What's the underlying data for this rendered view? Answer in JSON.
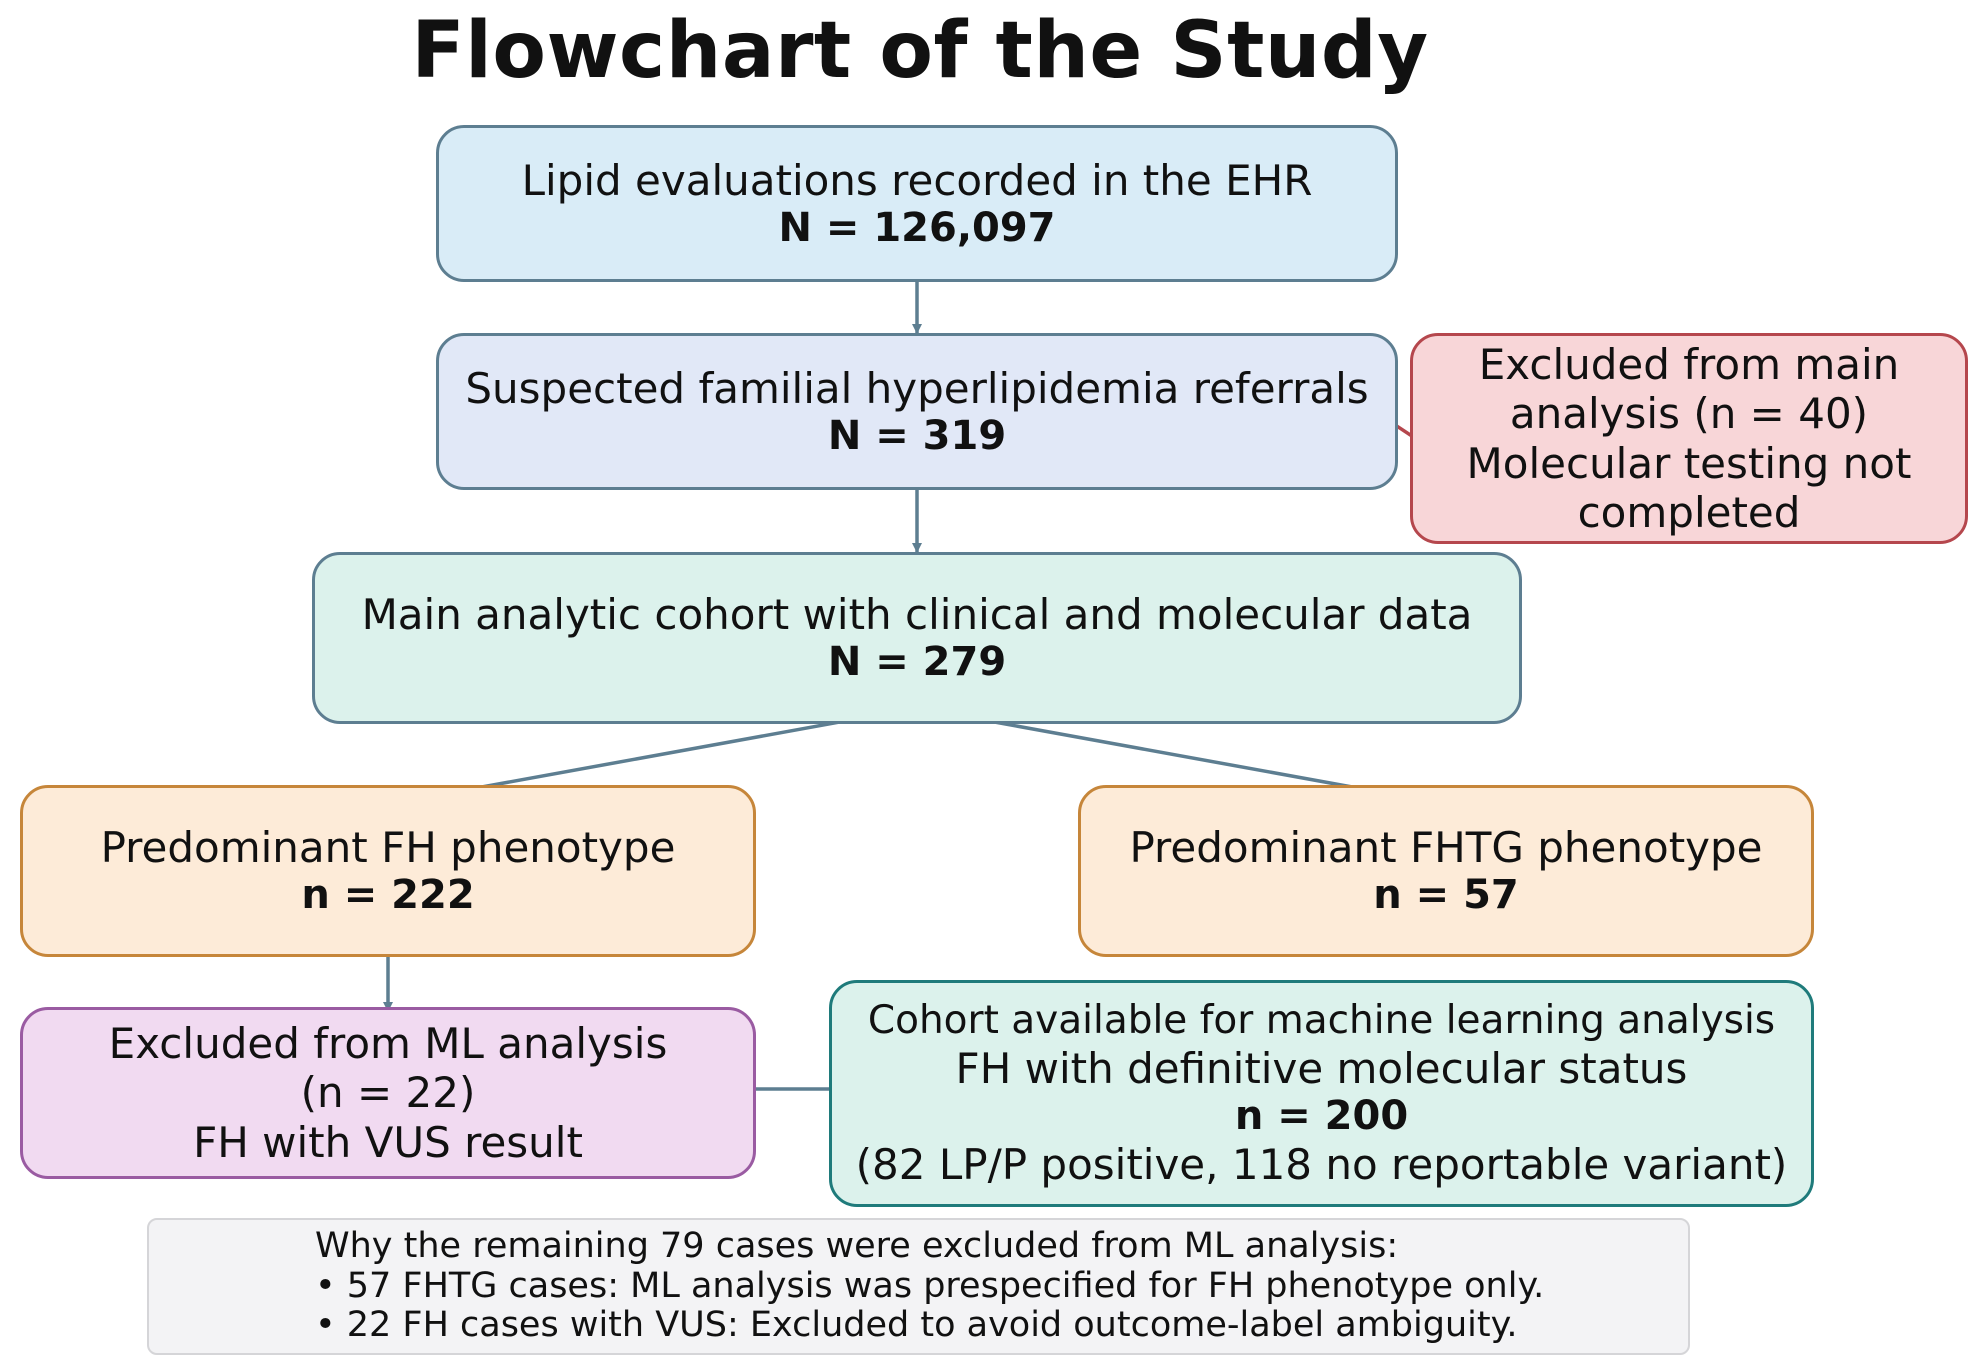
{
  "title": "Flowchart of the Study",
  "boxes": {
    "ehr": {
      "line1": "Lipid evaluations recorded in the EHR",
      "count": "N = 126,097"
    },
    "referrals": {
      "line1": "Suspected familial hyperlipidemia referrals",
      "count": "N = 319"
    },
    "excluded_main": {
      "line1": "Excluded from main",
      "line2": "analysis (n = 40)",
      "line3": "Molecular testing not",
      "line4": "completed"
    },
    "main_cohort": {
      "line1": "Main analytic cohort with clinical and molecular data",
      "count": "N = 279"
    },
    "fh": {
      "line1": "Predominant FH phenotype",
      "count": "n = 222"
    },
    "fhtg": {
      "line1": "Predominant FHTG phenotype",
      "count": "n = 57"
    },
    "excluded_ml": {
      "line1": "Excluded from ML analysis",
      "line2": "(n = 22)",
      "line3": "FH with VUS result"
    },
    "ml_cohort": {
      "line1": "Cohort available for machine learning analysis",
      "line2": "FH with definitive molecular status",
      "count": "n = 200",
      "line3": "(82 LP/P positive, 118 no reportable variant)"
    },
    "note": {
      "line1": "Why the remaining 79 cases were excluded from ML analysis:",
      "line2": "• 57 FHTG cases: ML analysis was prespecified for FH phenotype only.",
      "line3": "• 22 FH cases with VUS: Excluded to avoid outcome-label ambiguity."
    }
  },
  "colors": {
    "arrow": "#5d7e91",
    "exclusion_arrow": "#b5474d"
  }
}
